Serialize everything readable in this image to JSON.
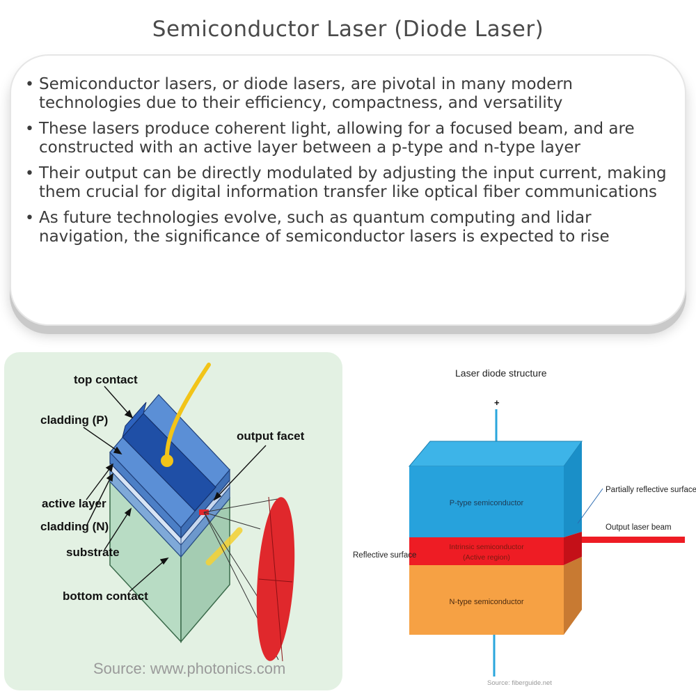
{
  "title": "Semiconductor Laser (Diode Laser)",
  "bullets": [
    "Semiconductor lasers, or diode lasers, are pivotal in many modern technologies due to their efficiency, compactness, and versatility",
    "These lasers produce coherent light, allowing for a focused beam, and are constructed with an active layer between a p-type and n-type layer",
    "Their output can be directly modulated by adjusting the input current, making them crucial for digital information transfer like optical fiber communications",
    "As future technologies evolve, such as quantum computing and lidar navigation, the significance of semiconductor lasers is expected to rise"
  ],
  "left_diagram": {
    "labels": {
      "top_contact": "top contact",
      "cladding_p": "cladding (P)",
      "output_facet": "output facet",
      "active_layer": "active layer",
      "cladding_n": "cladding (N)",
      "substrate": "substrate",
      "bottom_contact": "bottom contact"
    },
    "source": "Source: www.photonics.com"
  },
  "right_diagram": {
    "title": "Laser diode structure",
    "plus": "+",
    "p_type": "P-type semiconductor",
    "intrinsic_line1": "Intrinsic semiconductor",
    "intrinsic_line2": "(Active region)",
    "n_type": "N-type semiconductor",
    "partially_reflective": "Partially reflective surface",
    "output_beam": "Output laser beam",
    "reflective": "Reflective surface",
    "source": "Source: fiberguide.net"
  },
  "colors": {
    "p_type": "#27a2dc",
    "active": "#ee1c24",
    "n_type": "#f6a144",
    "green_bg": "#e3f1e3"
  }
}
